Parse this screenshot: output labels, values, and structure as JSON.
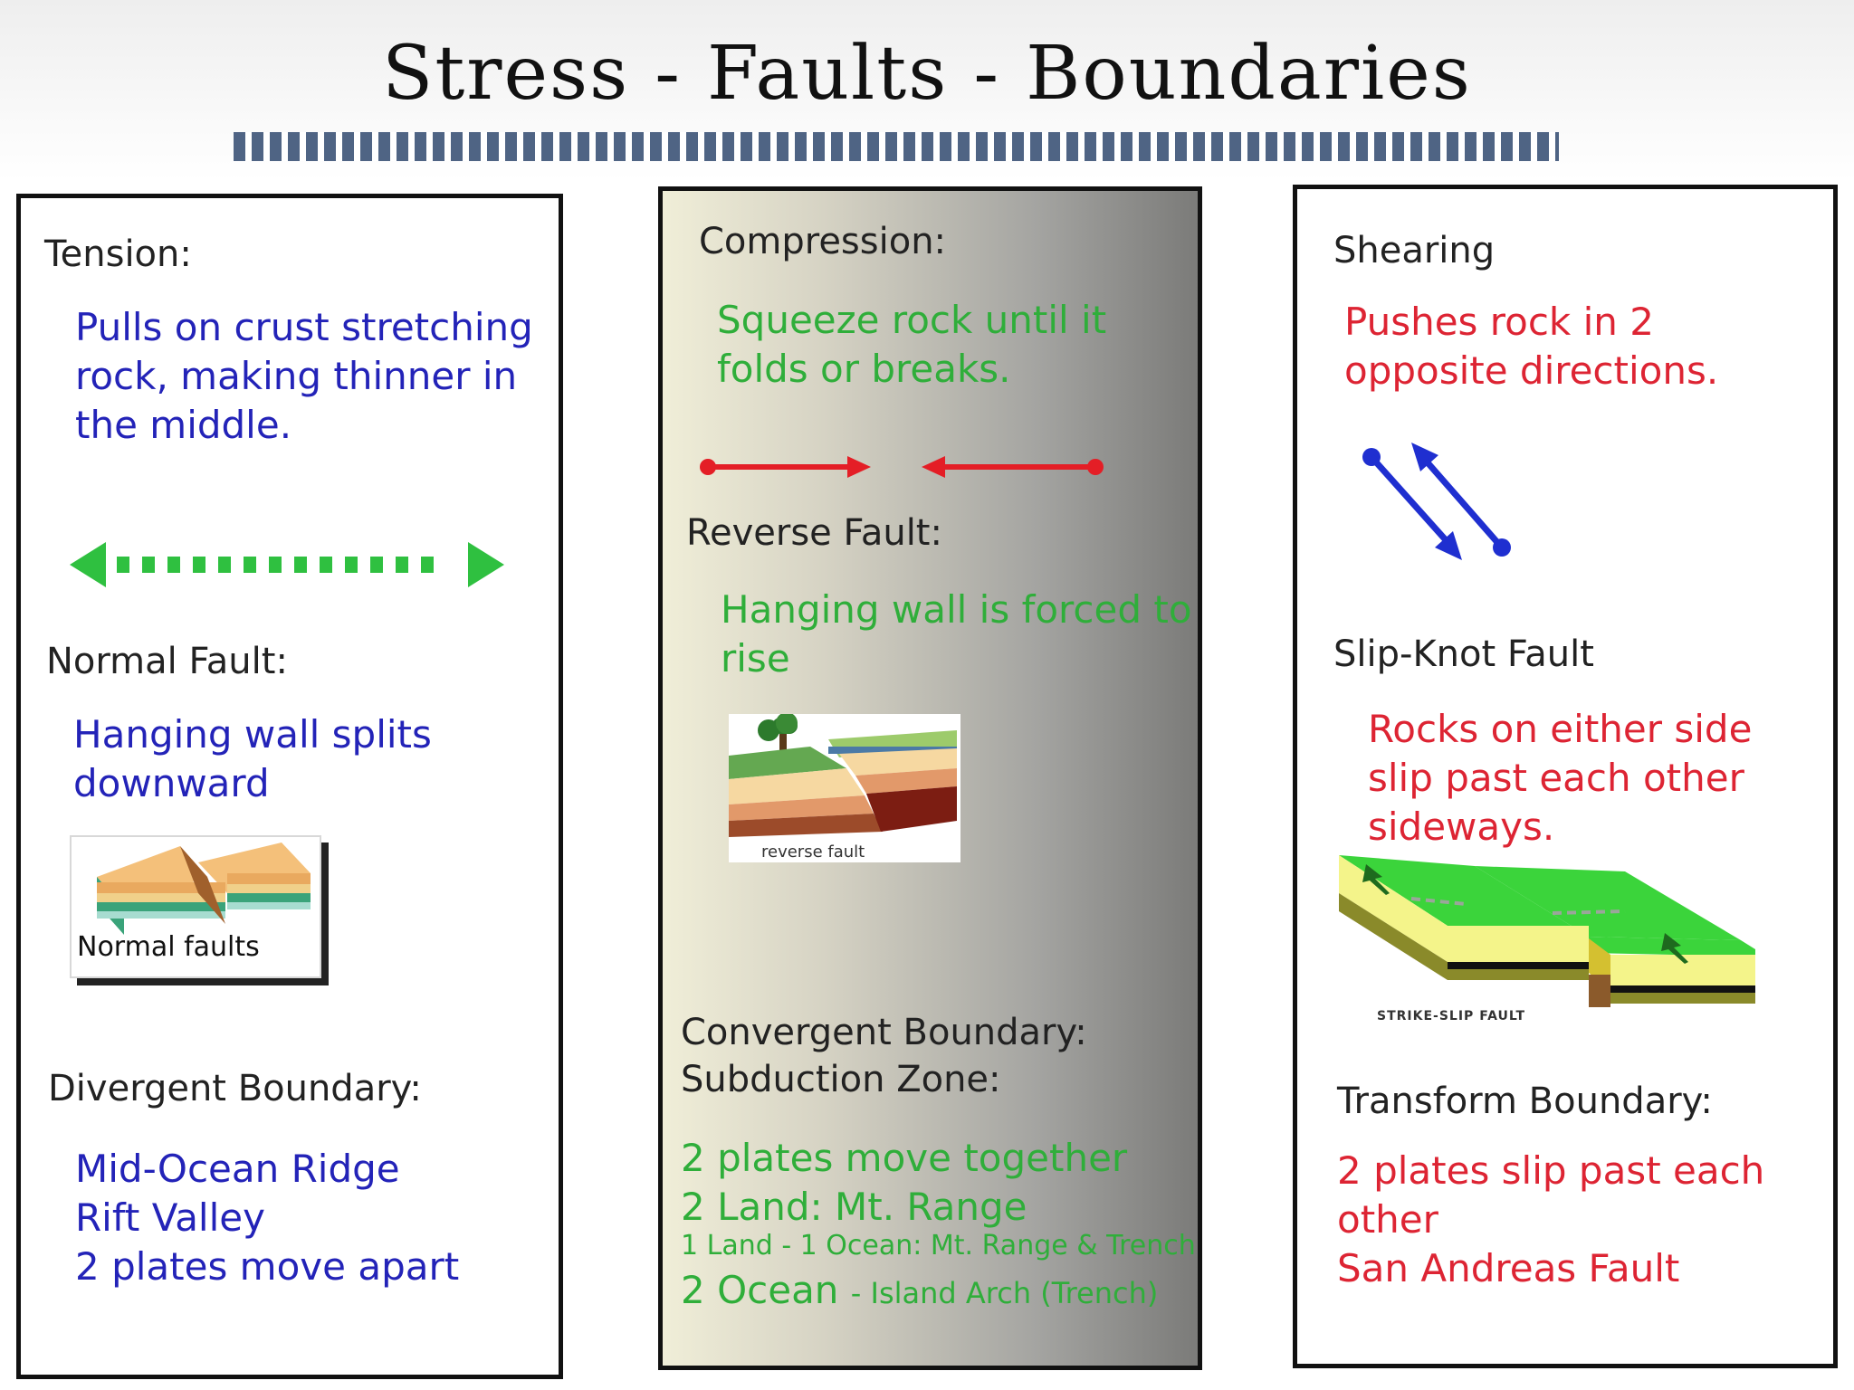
{
  "title": "Stress - Faults - Boundaries",
  "colors": {
    "divider": "#4f6484",
    "tension_text": "#2323b8",
    "compression_text": "#2fae3a",
    "shearing_text": "#dd2433",
    "arrow_green": "#2fc040",
    "arrow_red": "#e41e26",
    "arrow_blue": "#1f2fd0"
  },
  "tension": {
    "heading": "Tension:",
    "description": "Pulls on crust stretching\nrock, making thinner in\nthe middle.",
    "arrow_icon": "double-dashed-arrow-icon",
    "fault_heading": "Normal Fault:",
    "fault_description": "Hanging wall splits\ndownward",
    "figure_label": "Normal faults",
    "boundary_heading": "Divergent Boundary:",
    "boundary_lines": [
      "Mid-Ocean Ridge",
      "Rift Valley",
      "2 plates move apart"
    ]
  },
  "compression": {
    "heading": "Compression:",
    "description": "Squeeze rock until it\nfolds or breaks.",
    "arrow_icon": "converging-arrows-icon",
    "fault_heading": "Reverse Fault:",
    "fault_description": "Hanging wall is forced to\nrise",
    "figure_label": "reverse fault",
    "boundary_heading": "Convergent Boundary:\nSubduction Zone:",
    "boundary_lines": {
      "line1": "2 plates move together",
      "line2": "2 Land: Mt. Range",
      "line3": "1 Land - 1 Ocean: Mt. Range & Trench",
      "line4_main": "2 Ocean",
      "line4_sub": "- Island Arch (Trench)"
    }
  },
  "shearing": {
    "heading": "Shearing",
    "description": "Pushes rock in 2\nopposite directions.",
    "arrow_icon": "opposing-diagonal-arrows-icon",
    "fault_heading": "Slip-Knot Fault",
    "fault_description": "Rocks on either side\nslip past each other\nsideways.",
    "figure_label": "STRIKE-SLIP FAULT",
    "boundary_heading": "Transform Boundary:",
    "boundary_description": "2 plates slip past each\nother\nSan Andreas Fault"
  }
}
